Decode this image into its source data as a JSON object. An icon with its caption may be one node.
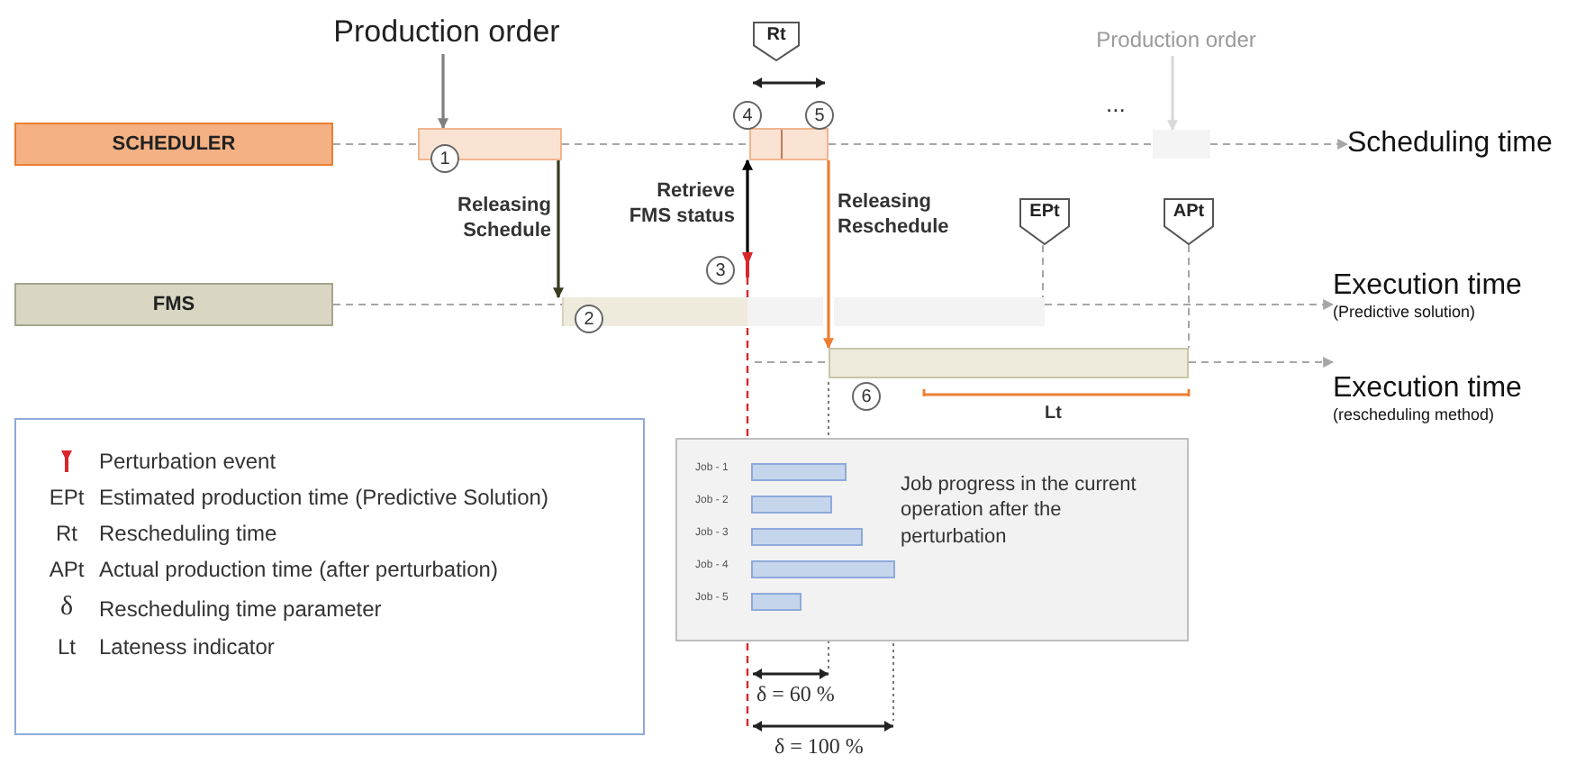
{
  "diagram": {
    "nodes": [
      {
        "text": [
          "Production order"
        ]
      },
      {
        "text": [
          "Rt"
        ]
      },
      {
        "text": [
          "Production order"
        ]
      },
      {
        "text": [
          "SCHEDULER"
        ]
      },
      {
        "text": [
          "1"
        ]
      },
      {
        "text": [
          "4",
          "5"
        ]
      },
      {
        "text": [],
        "shape": "bar"
      },
      {
        "text": [
          "Scheduling time"
        ]
      },
      {
        "text": [
          "3"
        ]
      },
      {
        "text": [
          "EPt"
        ]
      },
      {
        "text": [
          "APt"
        ]
      },
      {
        "text": [
          "FMS"
        ]
      },
      {
        "text": [
          "2"
        ]
      },
      {
        "text": [
          "Execution time",
          "(Predictive solution)"
        ]
      },
      {
        "text": [
          "6"
        ]
      },
      {
        "text": [
          "Execution time",
          "(rescheduling method)"
        ]
      },
      {
        "text": [
          "Job progress in the current operation after the perturbation"
        ]
      },
      {
        "text": [],
        "shape": "bar"
      },
      {
        "text": [],
        "shape": "bar"
      }
    ],
    "edges": [
      {
        "from": 0,
        "to": 4,
        "arrow": "to",
        "color": "#7f7f7f"
      },
      {
        "from": 3,
        "to": 4,
        "arrow": "none",
        "style": "dashed"
      },
      {
        "from": 4,
        "to": 5,
        "arrow": "none",
        "style": "dashed"
      },
      {
        "from": 5,
        "to": 6,
        "arrow": "none",
        "style": "dashed"
      },
      {
        "from": 6,
        "to": 7,
        "arrow": "to",
        "style": "dashed"
      },
      {
        "from": 4,
        "to": 12,
        "arrow": "to",
        "label": "Releasing Schedule",
        "color": "#3a3a1e"
      },
      {
        "from": 8,
        "to": 5,
        "arrow": "to",
        "label": "Retrieve FMS status",
        "color": "#000000"
      },
      {
        "from": 5,
        "to": 14,
        "arrow": "to",
        "label": "Releasing Reschedule",
        "color": "#ed7d31"
      },
      {
        "from": 2,
        "to": 6,
        "arrow": "to",
        "color": "#d9d9d9"
      },
      {
        "from": 11,
        "to": 12,
        "arrow": "none",
        "style": "dashed"
      },
      {
        "from": 18,
        "to": 13,
        "arrow": "to",
        "style": "dashed"
      },
      {
        "from": null,
        "to": 14,
        "arrow": "none",
        "style": "dashed"
      },
      {
        "from": 14,
        "to": 15,
        "arrow": "to",
        "style": "dashed"
      },
      {
        "from": 9,
        "to": 18,
        "arrow": "none",
        "style": "dashed"
      },
      {
        "from": 10,
        "to": 14,
        "arrow": "none",
        "style": "dashed"
      }
    ],
    "labels": [
      "...",
      "Lt",
      "EPt",
      "Rt",
      "APt",
      "δ",
      "Lt",
      "Job - 1",
      "Job - 2",
      "Job - 3",
      "Job - 4",
      "Job - 5",
      "δ =  60 %",
      "δ =  100 %"
    ],
    "legend": [
      {
        "text": "Perturbation event"
      },
      {
        "text": "Estimated production time (Predictive Solution)"
      },
      {
        "text": "Rescheduling time"
      },
      {
        "text": "Actual production time (after perturbation)"
      },
      {
        "text": "Rescheduling time parameter"
      },
      {
        "text": "Lateness indicator"
      }
    ]
  }
}
